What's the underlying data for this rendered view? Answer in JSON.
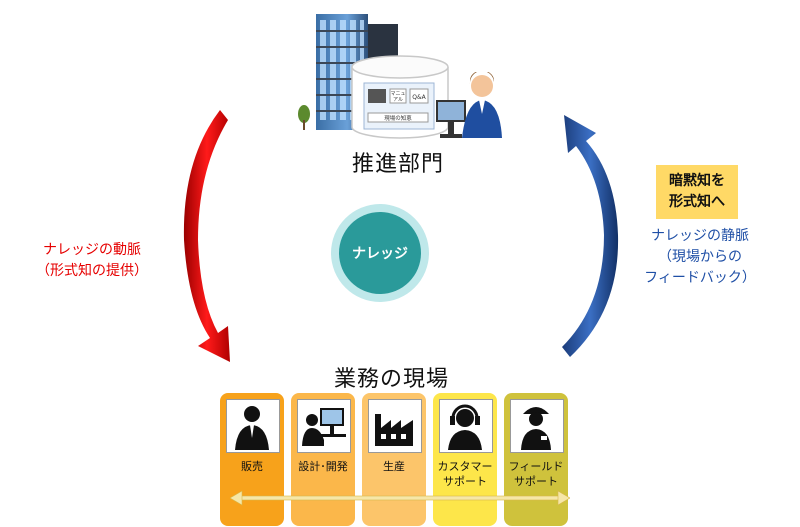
{
  "hq": {
    "title": "推進部門",
    "screen": {
      "manual_label": "マニュ\nアル",
      "qa_label": "Q&A",
      "field_label": "現場の知恵"
    }
  },
  "center": {
    "label": "ナレッジ"
  },
  "field": {
    "title": "業務の現場"
  },
  "left_arrow": {
    "line1": "ナレッジの動脈",
    "line2": "（形式知の提供）",
    "color": "#e60000"
  },
  "right_arrow": {
    "box_line1": "暗黙知を",
    "box_line2": "形式知へ",
    "line1": "ナレッジの静脈",
    "line2": "（現場からの",
    "line3": "フィードバック）",
    "color": "#1f4fa6"
  },
  "cards": [
    {
      "label": "販売",
      "icon": "salesperson-icon",
      "color": "#f7a21b"
    },
    {
      "label": "設計･開発",
      "icon": "designer-at-computer-icon",
      "color": "#fbb74a"
    },
    {
      "label": "生産",
      "icon": "factory-icon",
      "color": "#fcc56a"
    },
    {
      "label": "カスタマー\nサポート",
      "icon": "headset-operator-icon",
      "color": "#fde64a"
    },
    {
      "label": "フィールド\nサポート",
      "icon": "field-worker-icon",
      "color": "#cfc23c"
    }
  ]
}
